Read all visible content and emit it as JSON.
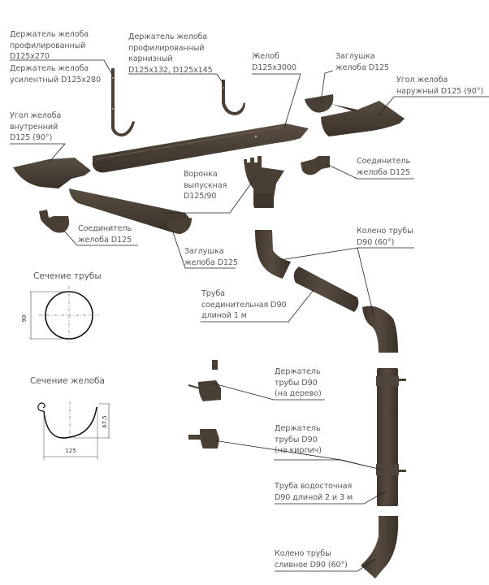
{
  "diagram": {
    "title": "Водосточная система D125/90 — составные элементы",
    "colors": {
      "product": "#4a3f35",
      "product_light": "#5e5246",
      "product_dark": "#352c24",
      "leader_line": "#222222",
      "text": "#5c5752"
    },
    "labels": {
      "holder_profiled": "Держатель желоба\nпрофилированный\nD125x270",
      "holder_reinforced": "Держатель желоба\nусилентный D125x280",
      "holder_cornice": "Держатель желоба\nпрофилированный\nкарнизный\nD125x132, D125x145",
      "gutter": "Желоб\nD125x3000",
      "gutter_cap_top": "Заглушка\nжелоба D125",
      "outer_corner": "Угол желоба\nнаружный D125 (90°)",
      "inner_corner": "Угол желоба\nвнутренний\nD125 (90°)",
      "gutter_connector_right": "Соединитель\nжелоба D125",
      "funnel": "Воронка\nвыпускная\nD125/90",
      "gutter_connector_left": "Соединитель\nжелоба D125",
      "gutter_cap_bottom": "Заглушка\nжелоба D125",
      "pipe_elbow": "Колено трубы\nD90 (60°)",
      "connecting_pipe": "Труба\nсоединительная D90\nдлиной 1 м",
      "pipe_holder_wood": "Держатель\nтрубы D90\n(на дерево)",
      "pipe_holder_brick": "Держатель\nтрубы D90\n(на кирпич)",
      "downpipe": "Труба водосточная\nD90 длиной 2 и 3 м",
      "drain_elbow": "Колено трубы\nсливное D90 (60°)"
    },
    "sections": {
      "pipe": {
        "title": "Сечение трубы",
        "diameter": "90"
      },
      "gutter": {
        "title": "Сечение желоба",
        "width": "125",
        "depth": "67,5"
      }
    }
  }
}
